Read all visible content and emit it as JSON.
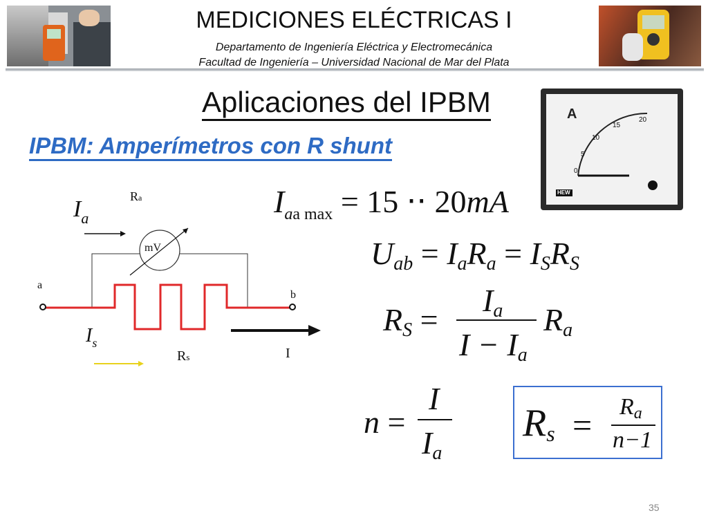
{
  "header": {
    "title": "MEDICIONES ELÉCTRICAS I",
    "department": "Departamento de Ingeniería Eléctrica y Electromecánica",
    "faculty": "Facultad de Ingeniería – Universidad Nacional de Mar del Plata"
  },
  "slide": {
    "title": "Aplicaciones del IPBM",
    "subtitle": "IPBM: Amperímetros con R shunt",
    "page_number": "35"
  },
  "meter_photo": {
    "unit_label": "A",
    "scale_labels": [
      "0",
      "5",
      "10",
      "15",
      "20"
    ],
    "brand": "HEW"
  },
  "circuit": {
    "label_ra": "R",
    "label_ra_sub": "a",
    "label_meter": "mV",
    "label_a": "a",
    "label_b": "b",
    "label_rs": "R",
    "label_rs_sub": "s",
    "label_i": "I",
    "label_ia": "I",
    "label_ia_sub": "a",
    "label_is": "I",
    "label_is_sub": "s"
  },
  "equations": {
    "eq1": {
      "lhs": "I",
      "lhs_sub": "a max",
      "rhs": "= 15 ⋅⋅ 20",
      "unit": "mA"
    },
    "eq2": {
      "text_u": "U",
      "sub_ab": "ab",
      "eq": "=",
      "i": "I",
      "sub_a": "a",
      "r": "R",
      "sub_a2": "a",
      "eq2": "=",
      "i2": "I",
      "sub_s": "S",
      "r2": "R",
      "sub_s2": "S"
    },
    "eq3": {
      "lhs": "R",
      "lhs_sub": "S",
      "eq": "=",
      "num": "I",
      "num_sub": "a",
      "den": "I − I",
      "den_sub": "a",
      "rhs": "R",
      "rhs_sub": "a"
    },
    "eq4": {
      "lhs": "n",
      "eq": "=",
      "num": "I",
      "den": "I",
      "den_sub": "a"
    },
    "eq5": {
      "lhs": "R",
      "lhs_sub": "s",
      "eq": "=",
      "num": "R",
      "num_sub": "a",
      "den": "n−1"
    }
  },
  "colors": {
    "accent_blue": "#2e6bc4",
    "circuit_red": "#e0282a",
    "arrow_yellow": "#e8d21c",
    "box_blue": "#3b6fd0"
  }
}
